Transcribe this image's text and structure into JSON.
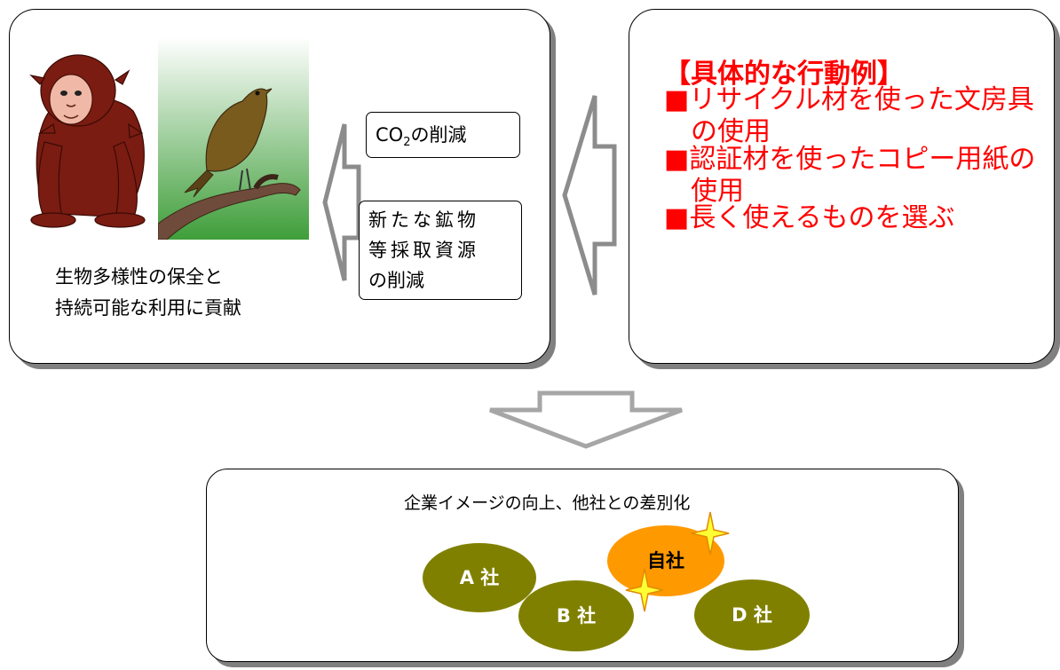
{
  "left_panel": {
    "co2_prefix": "CO",
    "co2_sub": "2",
    "co2_suffix": "の削減",
    "minerals_lines": [
      "新たな鉱物",
      "等採取資源",
      "の削減"
    ],
    "caption_lines": [
      "生物多様性の保全と",
      "持続可能な利用に貢献"
    ]
  },
  "right_panel": {
    "title": "【具体的な行動例】",
    "items": [
      {
        "marker": "■",
        "lines": [
          "リサイクル材を使った文房具",
          "の使用"
        ]
      },
      {
        "marker": "■",
        "lines": [
          "認証材を使ったコピー用紙の",
          "使用"
        ]
      },
      {
        "marker": "■",
        "lines": [
          "長く使えるものを選ぶ"
        ]
      }
    ]
  },
  "bottom_panel": {
    "title": "企業イメージの向上、他社との差別化",
    "companies": {
      "a": "A 社",
      "b": "B 社",
      "own": "自社",
      "d": "D 社"
    }
  },
  "colors": {
    "action_text": "#ff0000",
    "company_ellipse": "#808000",
    "own_ellipse": "#ff9900",
    "star": "#ffff33",
    "arrow_gray": "#a6a6a6"
  },
  "icons": [
    "monkey-illustration",
    "bird-illustration",
    "sparkle-icon"
  ]
}
